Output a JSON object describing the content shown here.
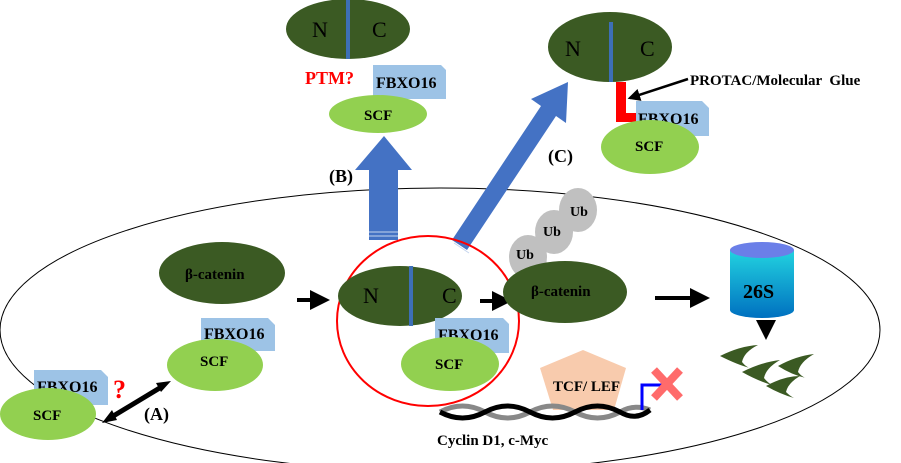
{
  "colors": {
    "beta_catenin": "#3b5a23",
    "nc_divider": "#3d6fb6",
    "scf": "#92d050",
    "fbxo16": "#9dc3e6",
    "arrow_blue": "#4472c4",
    "red": "#ff0000",
    "ub": "#c0c0c0",
    "tcf_lef": "#f8cbad",
    "x_mark": "#ff6b6b",
    "promoter": "#0000ff",
    "proteasome_top": "#6b7fe8",
    "proteasome_mid": "#22d3e0",
    "proteasome_bottom": "#0070c0"
  },
  "labels": {
    "n": "N",
    "c": "C",
    "fbxo16": "FBXO16",
    "scf": "SCF",
    "beta_catenin": "β-catenin",
    "ub": "Ub",
    "proteasome": "26S",
    "tcf_lef": "TCF/ LEF",
    "genes": "Cyclin D1, c-Myc",
    "ptm": "PTM?",
    "protac": "PROTAC/Molecular  Glue",
    "question": "?",
    "path_a": "(A)",
    "path_b": "(B)",
    "path_c": "(C)"
  }
}
